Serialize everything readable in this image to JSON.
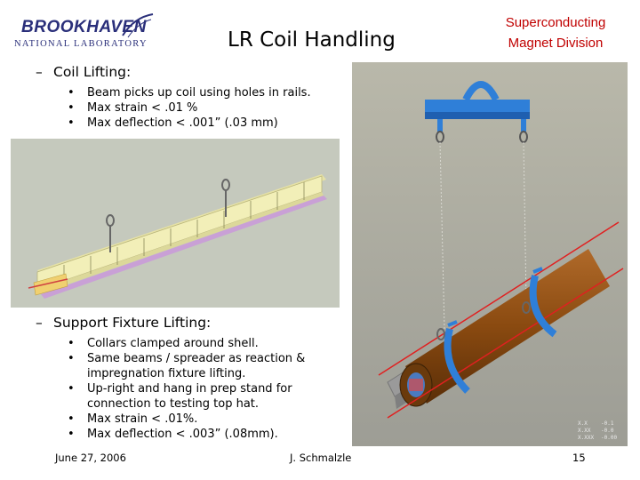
{
  "header": {
    "logo_main": "BROOKHAVEN",
    "logo_sub": "NATIONAL LABORATORY",
    "title": "LR Coil Handling",
    "division_line1": "Superconducting",
    "division_line2": "Magnet Division"
  },
  "section1": {
    "dash": "–",
    "heading": "Coil Lifting:",
    "items": [
      "Beam picks up coil using holes in rails.",
      "Max strain < .01 %",
      "Max deflection < .001” (.03 mm)"
    ]
  },
  "section2": {
    "dash": "–",
    "heading": "Support Fixture Lifting:",
    "items": [
      "Collars clamped around shell.",
      "Same beams / spreader as reaction & impregnation fixture lifting.",
      "Up-right and hang in prep stand for connection to testing top hat.",
      "Max strain < .01%.",
      "Max deflection < .003” (.08mm)."
    ]
  },
  "bullet_glyph": "•",
  "footer": {
    "date": "June 27, 2006",
    "author": "J. Schmalzle",
    "page": "15"
  },
  "colors": {
    "brand": "#2a2f7a",
    "division": "#c00000",
    "beam": "#f2efb8",
    "fixture_blue": "#2f7fd8",
    "coil": "#8a4a10"
  }
}
